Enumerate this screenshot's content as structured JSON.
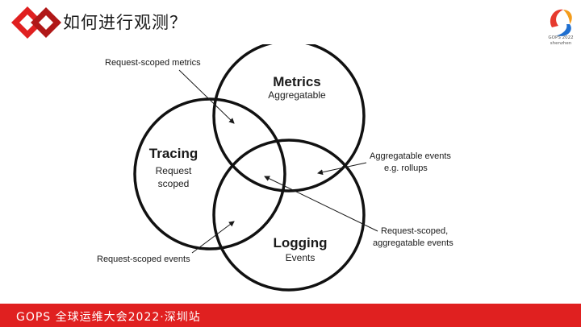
{
  "header": {
    "title": "如何进行观测？",
    "event_logo_text": "GOPS 2022",
    "event_logo_subtext": "shenzhen"
  },
  "diagram": {
    "circles": {
      "metrics": {
        "title": "Metrics",
        "subtitle": "Aggregatable"
      },
      "tracing": {
        "title": "Tracing",
        "subtitle_line1": "Request",
        "subtitle_line2": "scoped"
      },
      "logging": {
        "title": "Logging",
        "subtitle": "Events"
      }
    },
    "annotations": {
      "request_scoped_metrics": "Request-scoped metrics",
      "aggregatable_events_line1": "Aggregatable events",
      "aggregatable_events_line2": "e.g. rollups",
      "request_scoped_aggregatable_line1": "Request-scoped,",
      "request_scoped_aggregatable_line2": "aggregatable events",
      "request_scoped_events": "Request-scoped events"
    }
  },
  "footer": {
    "text": "GOPS 全球运维大会2022·深圳站"
  },
  "colors": {
    "accent": "#e02020",
    "dark_red": "#b01818"
  }
}
